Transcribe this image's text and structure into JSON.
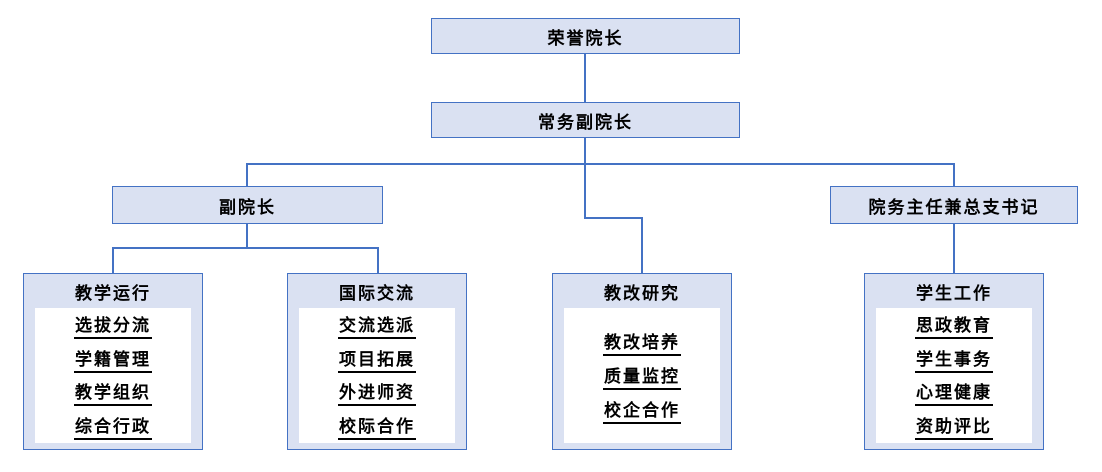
{
  "colors": {
    "box_fill": "#dae1f2",
    "box_border": "#4472c4",
    "line_color": "#4472c4",
    "panel_fill": "#ffffff",
    "text_color": "#000000",
    "bg": "#ffffff"
  },
  "chart": {
    "type": "org-chart",
    "root": {
      "label": "荣誉院长"
    },
    "level2": {
      "label": "常务副院长"
    },
    "level3": [
      {
        "label": "副院长"
      },
      {
        "label": "院务主任兼总支书记"
      }
    ],
    "groups": [
      {
        "title": "教学运行",
        "items": [
          "选拔分流",
          "学籍管理",
          "教学组织",
          "综合行政"
        ]
      },
      {
        "title": "国际交流",
        "items": [
          "交流选派",
          "项目拓展",
          "外进师资",
          "校际合作"
        ]
      },
      {
        "title": "教改研究",
        "items": [
          "教改培养",
          "质量监控",
          "校企合作"
        ]
      },
      {
        "title": "学生工作",
        "items": [
          "思政教育",
          "学生事务",
          "心理健康",
          "资助评比"
        ]
      }
    ]
  }
}
